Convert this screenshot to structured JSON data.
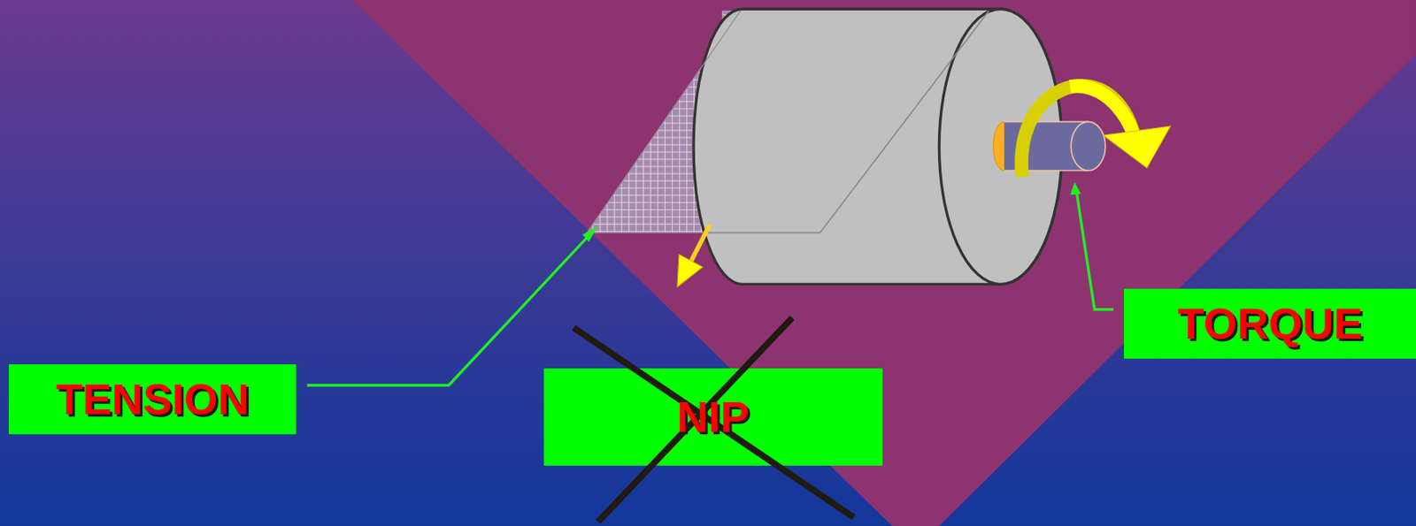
{
  "diagram": {
    "nodes": [
      {
        "text": [
          "TORQUE"
        ]
      },
      {
        "text": [
          "TENSION"
        ]
      },
      {
        "text": [
          "NIP"
        ]
      }
    ]
  }
}
